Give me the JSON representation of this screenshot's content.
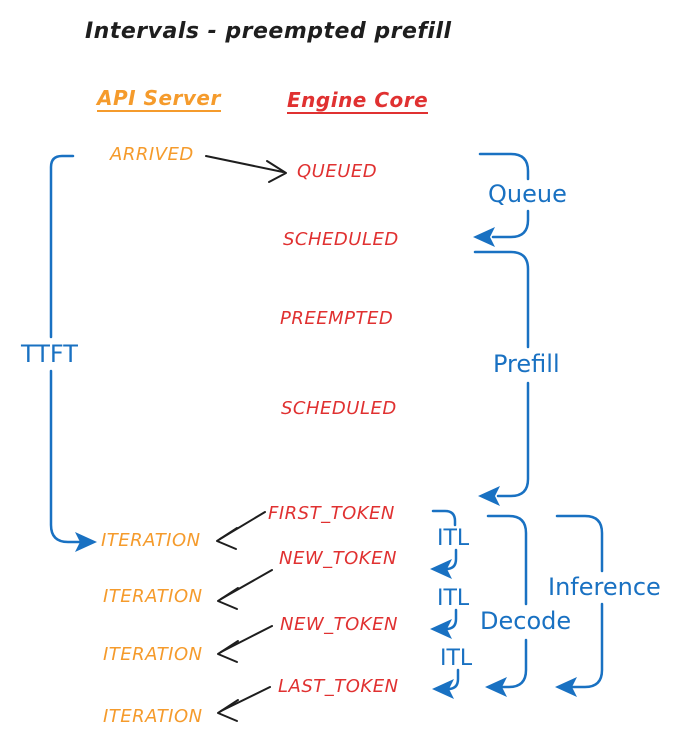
{
  "title": "Intervals - preempted prefill",
  "columns": {
    "api_server": "API Server",
    "engine_core": "Engine Core"
  },
  "events": {
    "arrived": "ARRIVED",
    "queued": "QUEUED",
    "scheduled_1": "SCHEDULED",
    "preempted": "PREEMPTED",
    "scheduled_2": "SCHEDULED",
    "first_token": "FIRST_TOKEN",
    "new_token_1": "NEW_TOKEN",
    "new_token_2": "NEW_TOKEN",
    "last_token": "LAST_TOKEN",
    "iteration_1": "ITERATION",
    "iteration_2": "ITERATION",
    "iteration_3": "ITERATION",
    "iteration_4": "ITERATION"
  },
  "intervals": {
    "ttft": "TTFT",
    "queue": "Queue",
    "prefill": "Prefill",
    "itl_1": "ITL",
    "itl_2": "ITL",
    "itl_3": "ITL",
    "decode": "Decode",
    "inference": "Inference"
  },
  "colors": {
    "api_server_orange": "#f59b2c",
    "engine_core_red": "#e03131",
    "interval_blue": "#1971c2",
    "event_arrow_black": "#1e1e1e",
    "background": "#ffffff"
  }
}
